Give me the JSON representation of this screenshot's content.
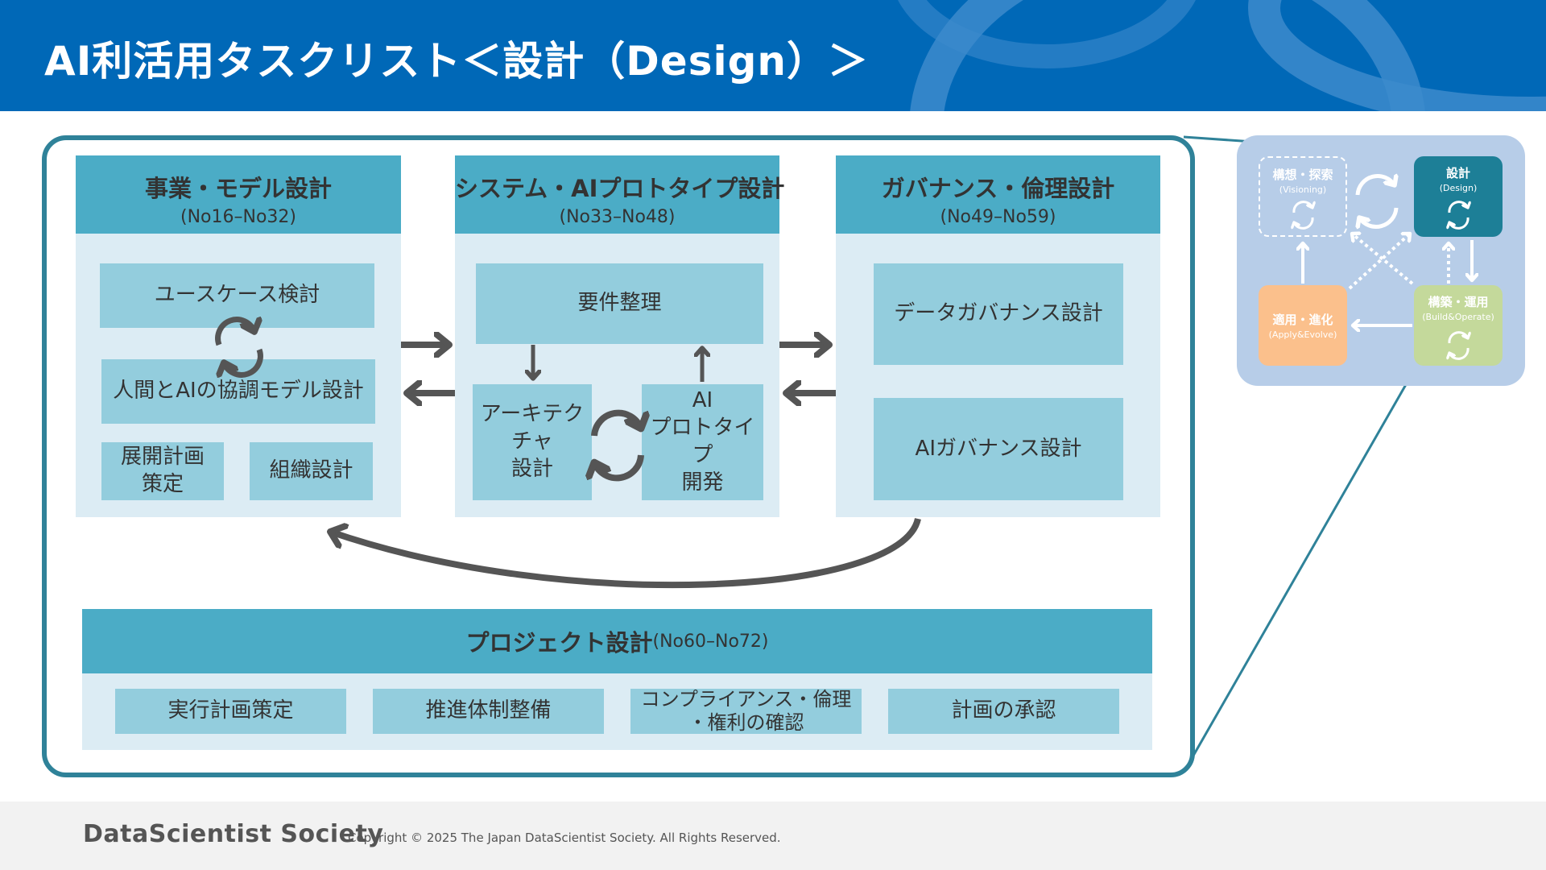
{
  "title": "AI利活用タスクリスト＜設計（Design）＞",
  "columns": [
    {
      "title": "事業・モデル設計",
      "sub": "(No16–No32)",
      "boxes": [
        "ユースケース検討",
        "人間とAIの協調モデル設計",
        "展開計画\n策定",
        "組織設計"
      ]
    },
    {
      "title": "システム・AIプロトタイプ設計",
      "sub": "(No33–No48)",
      "boxes": [
        "要件整理",
        "アーキテクチャ\n設計",
        "AI\nプロトタイプ\n開発"
      ]
    },
    {
      "title": "ガバナンス・倫理設計",
      "sub": "(No49–No59)",
      "boxes": [
        "データガバナンス設計",
        "AIガバナンス設計"
      ]
    }
  ],
  "project": {
    "title": "プロジェクト設計",
    "sub": "(No60–No72)",
    "boxes": [
      "実行計画策定",
      "推進体制整備",
      "コンプライアンス・倫理\n・権利の確認",
      "計画の承認"
    ]
  },
  "mini": {
    "visioning": {
      "label": "構想・探索",
      "sub": "(Visioning)"
    },
    "design": {
      "label": "設計",
      "sub": "(Design)"
    },
    "apply": {
      "label": "適用・進化",
      "sub": "(Apply&Evolve)"
    },
    "build": {
      "label": "構築・運用",
      "sub": "(Build&Operate)"
    }
  },
  "colors": {
    "header": "#0068b7",
    "frame": "#2f8299",
    "col_head": "#4bacc6",
    "col_body": "#dcecf4",
    "box": "#93cddd",
    "mini_bg": "#b7cde8",
    "design": "#1d7f97",
    "apply": "#fbc08c",
    "build": "#c4d99b",
    "arrow": "#555555"
  },
  "footer": {
    "brand": "DataScientist Society",
    "copyright": "Copyright © 2025 The Japan DataScientist Society. All Rights Reserved."
  }
}
